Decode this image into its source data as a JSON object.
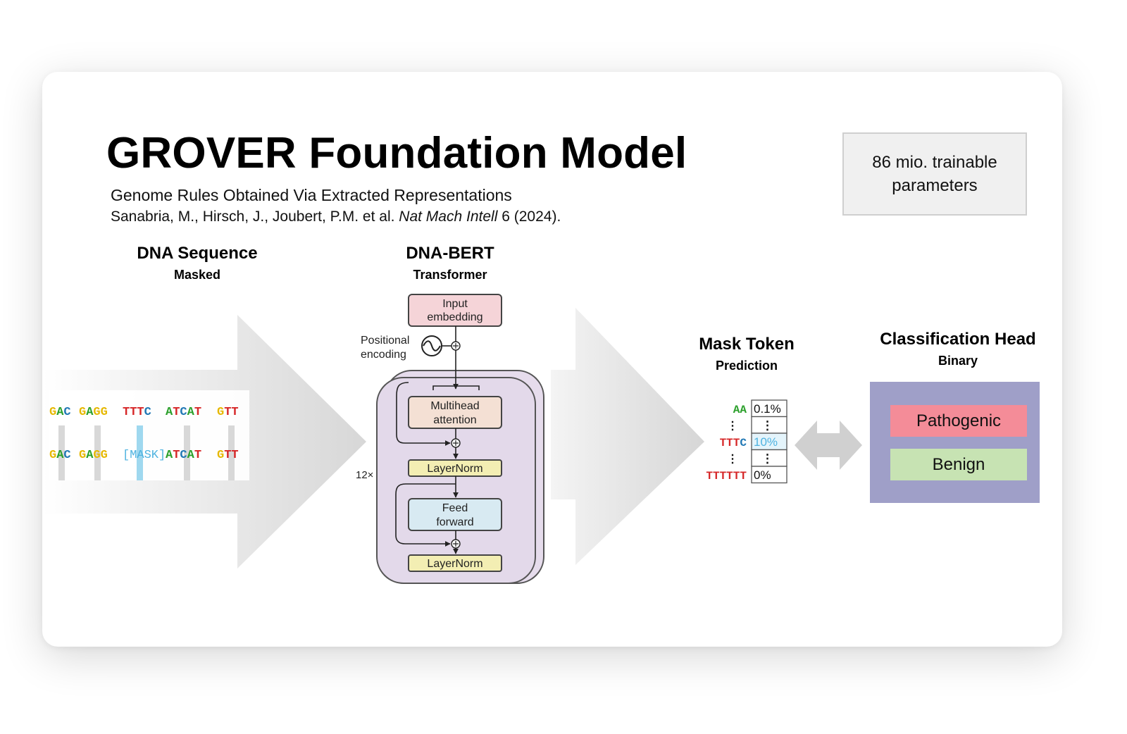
{
  "slide": {
    "title": "GROVER Foundation Model",
    "subtitle": "Genome Rules Obtained Via Extracted Representations",
    "citation": {
      "authors": "Sanabria, M., Hirsch, J., Joubert, P.M. et al.",
      "journal": "Nat Mach Intell",
      "volume": "6",
      "year": "(2024)."
    },
    "params": "86 mio. trainable parameters"
  },
  "sections": {
    "dna": {
      "title": "DNA Sequence",
      "sub": "Masked"
    },
    "bert": {
      "title": "DNA-BERT",
      "sub": "Transformer"
    },
    "mask": {
      "title": "Mask Token",
      "sub": "Prediction"
    },
    "head": {
      "title": "Classification Head",
      "sub": "Binary"
    }
  },
  "sequence": {
    "row1": [
      "GAC",
      "GAGG",
      "TTTC",
      "ATCAT",
      "GTT"
    ],
    "row2": [
      "GAC",
      "GAGG",
      "[MASK]",
      "ATCAT",
      "GTT"
    ]
  },
  "transformer": {
    "input": [
      "Input",
      "embedding"
    ],
    "positional": [
      "Positional",
      "encoding"
    ],
    "attention": [
      "Multihead",
      "attention"
    ],
    "norm1": "LayerNorm",
    "ff": [
      "Feed",
      "forward"
    ],
    "norm2": "LayerNorm",
    "repeat": "12×"
  },
  "prediction": {
    "rows": [
      {
        "token": "AA",
        "prob": "0.1%"
      },
      {
        "token": "⋮",
        "prob": "⋮"
      },
      {
        "token": "TTTC",
        "prob": "10%"
      },
      {
        "token": "⋮",
        "prob": "⋮"
      },
      {
        "token": "TTTTTT",
        "prob": "0%"
      }
    ]
  },
  "classes": {
    "pathogenic": "Pathogenic",
    "benign": "Benign"
  },
  "colors": {
    "A": "#2ca02c",
    "C": "#1f77b4",
    "G": "#e6b800",
    "T": "#d62728",
    "mask": "#4fb3e0",
    "head_bg": "#9f9fc8",
    "pathogenic": "#f48c98",
    "benign": "#c7e3b3",
    "block_bg": "#e3d9ea",
    "input_bg": "#f5d4d8",
    "attn_bg": "#f4e0d4",
    "norm_bg": "#f3eeb3",
    "ff_bg": "#d8eaf2"
  }
}
